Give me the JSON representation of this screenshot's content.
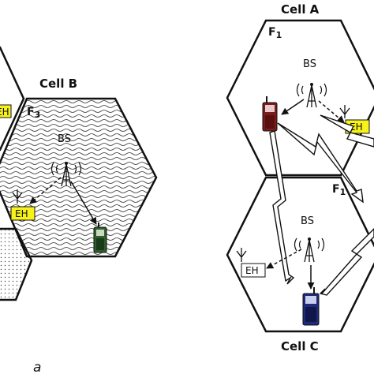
{
  "cells": {
    "b": {
      "name": "Cell B",
      "freq": "F",
      "freq_sub": "3"
    },
    "a": {
      "name": "Cell A",
      "freq": "F",
      "freq_sub": "1"
    },
    "c": {
      "name": "Cell C",
      "freq": "F",
      "freq_sub": "1"
    }
  },
  "base_station_label": "BS",
  "harvester_label": "EH",
  "panel_label": "a",
  "colors": {
    "eh_fill": "#f6f21a",
    "phone_b": "#2f5e2a",
    "phone_a": "#7a1d1d",
    "phone_c": "#1f2a7a"
  }
}
